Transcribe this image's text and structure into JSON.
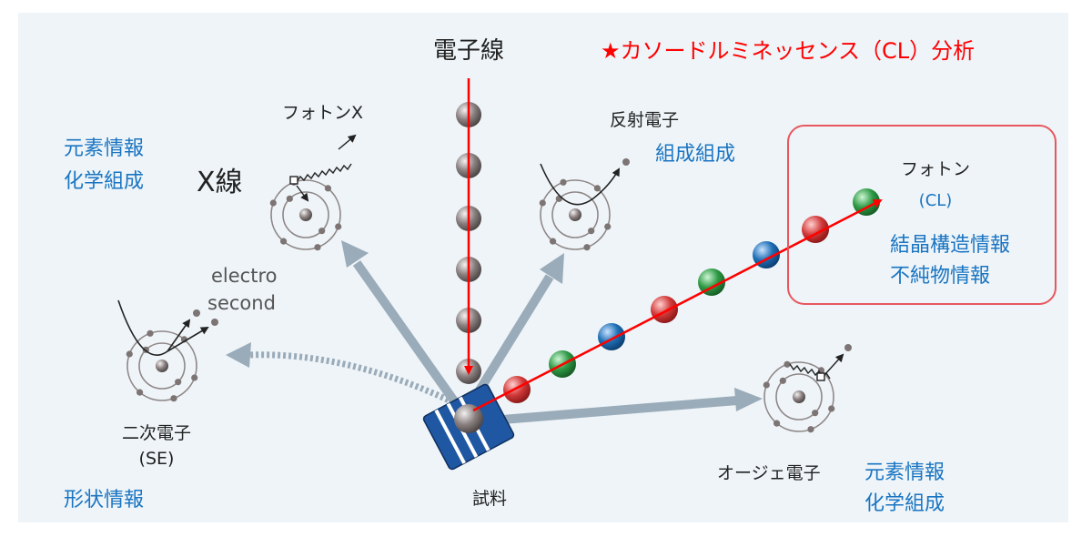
{
  "colors": {
    "background": "#eef4f8",
    "accent_red": "#ff0000",
    "info_blue": "#1a75c2",
    "label_dark": "#222222",
    "arrow_gray": "#9aabb9",
    "sample_blue": "#1f57a3",
    "electron_gray": "#7d7474",
    "ball_green": "#2e9a45",
    "ball_red": "#d23a3a",
    "ball_blue": "#1e6fb5",
    "cl_box_border": "#e8575f"
  },
  "labels": {
    "beam": "電子線",
    "cl_title": "★カソードルミネッセンス（CL）分析",
    "sample": "試料",
    "photon_x": "フォトンX",
    "xray": "X線",
    "xray_info_1": "元素情報",
    "xray_info_2": "化学組成",
    "backscatter": "反射電子",
    "backscatter_info": "組成組成",
    "secondary_note_1": "electro",
    "secondary_note_2": "second",
    "secondary": "二次電子",
    "secondary_abbr": "(SE)",
    "secondary_info": "形状情報",
    "auger": "オージェ電子",
    "auger_info_1": "元素情報",
    "auger_info_2": "化学組成",
    "photon": "フォトン",
    "photon_abbr": "(CL)",
    "cl_info_1": "結晶構造情報",
    "cl_info_2": "不純物情報"
  }
}
